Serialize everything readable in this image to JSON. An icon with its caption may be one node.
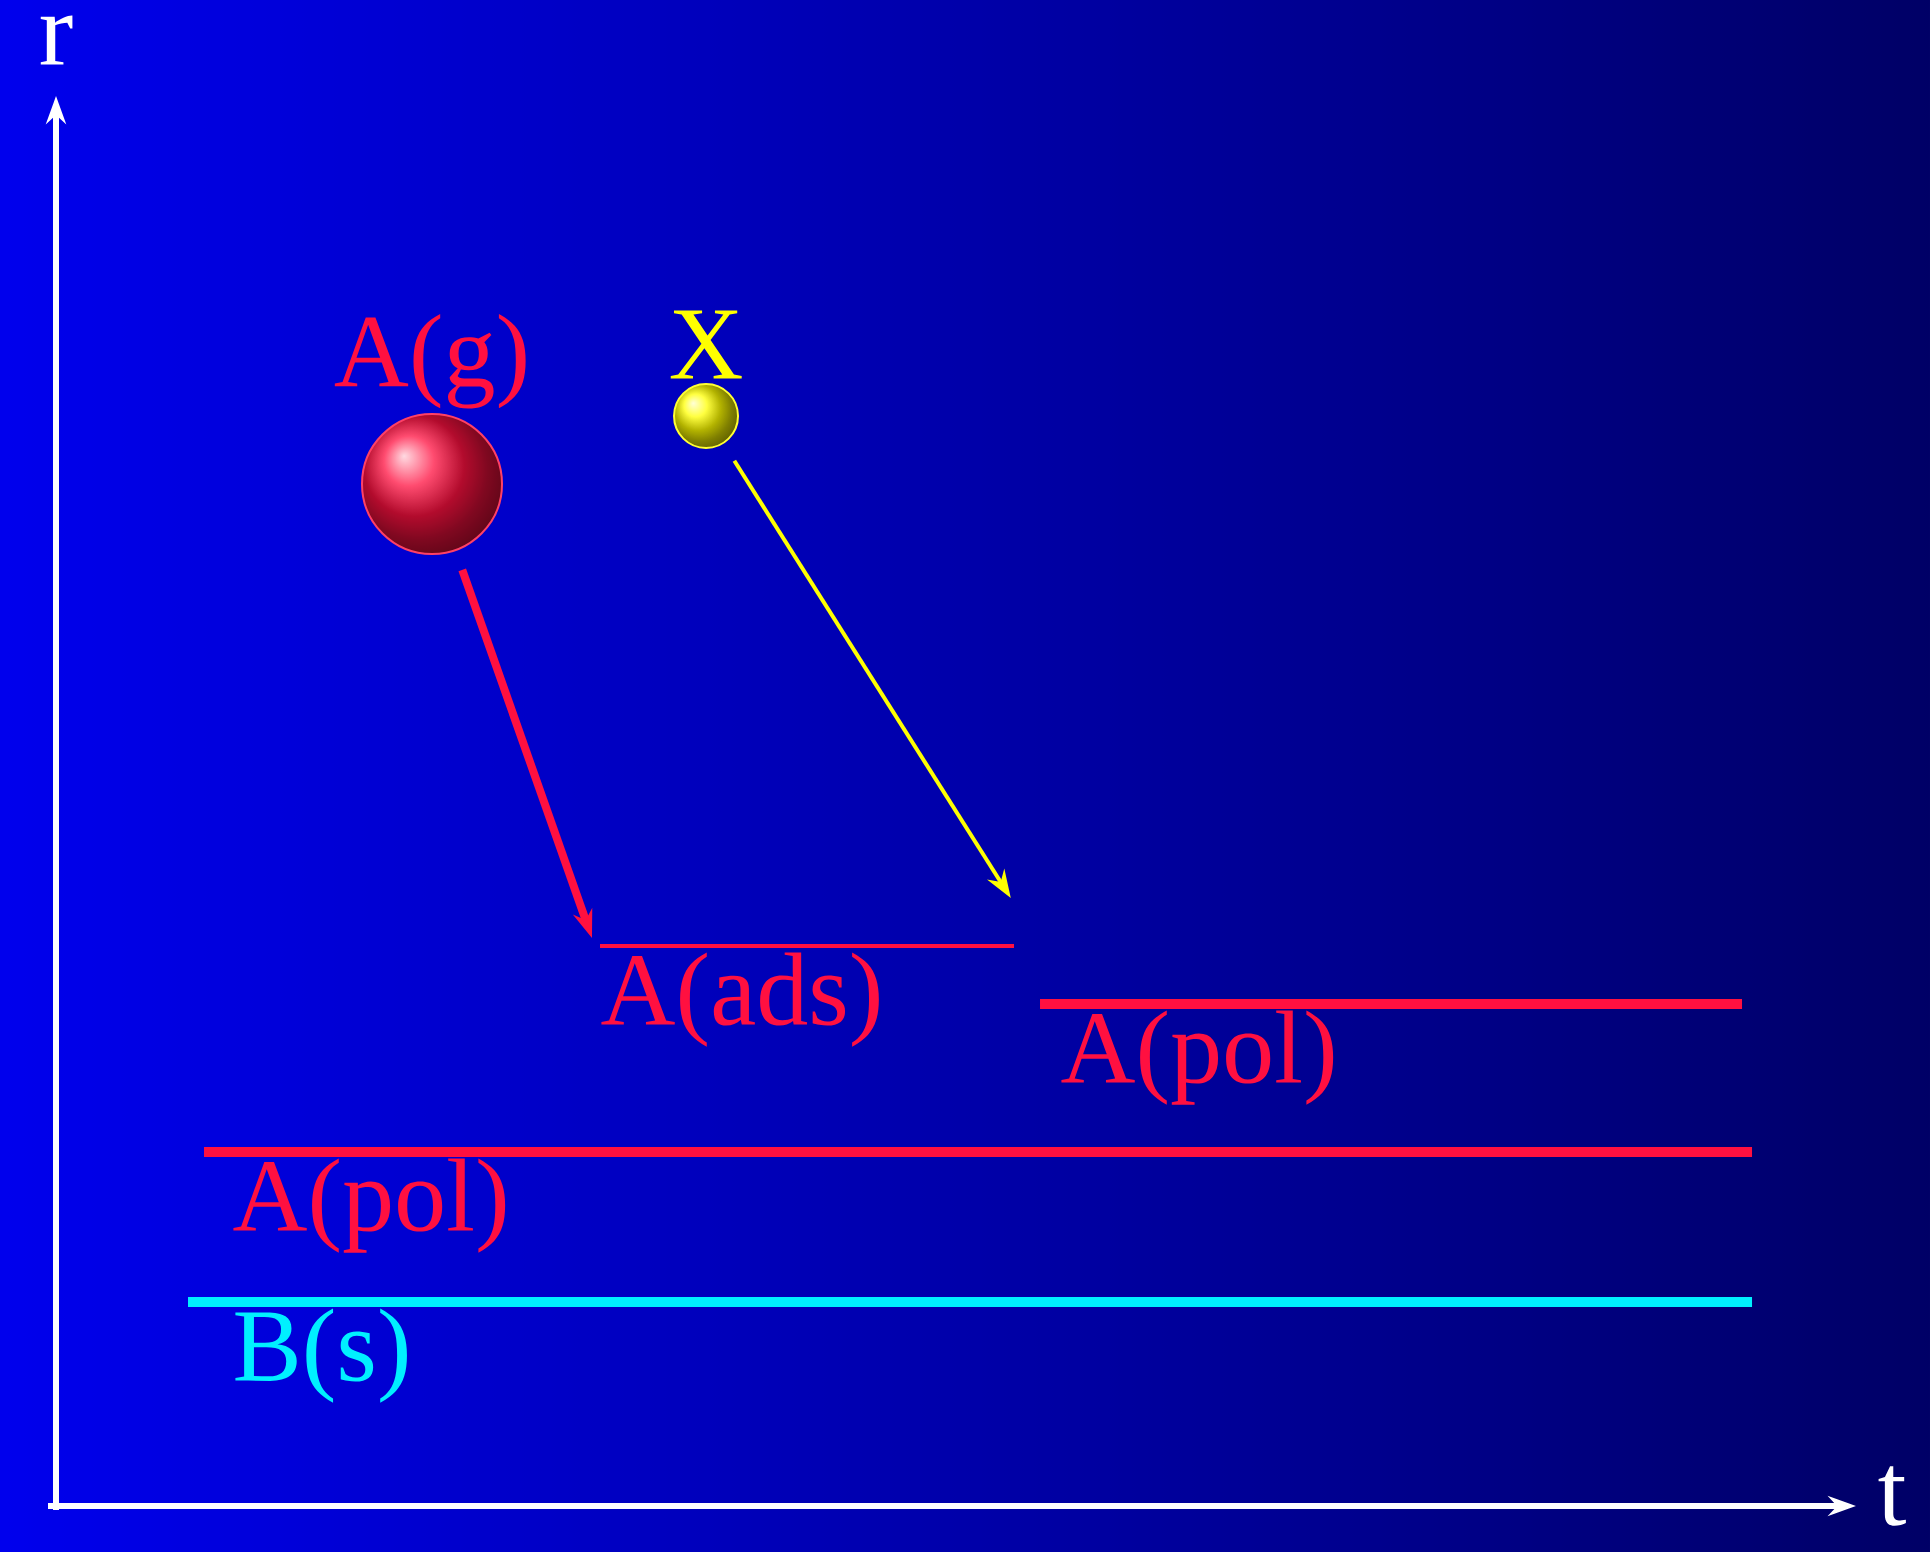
{
  "diagram": {
    "nodes": [
      {
        "text": [
          "A(g)"
        ]
      },
      {
        "text": [
          "X"
        ]
      },
      {
        "text": [
          "A(ads)"
        ]
      },
      {
        "text": [
          "A(pol)"
        ]
      },
      {
        "text": [
          "A(pol)"
        ]
      },
      {
        "text": [
          "B(s)"
        ]
      }
    ],
    "edges": [
      {
        "from": 0,
        "to": 2,
        "arrow": "to",
        "style": "thick",
        "color": "#ff1040"
      },
      {
        "from": 1,
        "to": 2,
        "arrow": "to",
        "color": "#ffff00"
      }
    ],
    "labels": [
      "r",
      "t"
    ]
  }
}
